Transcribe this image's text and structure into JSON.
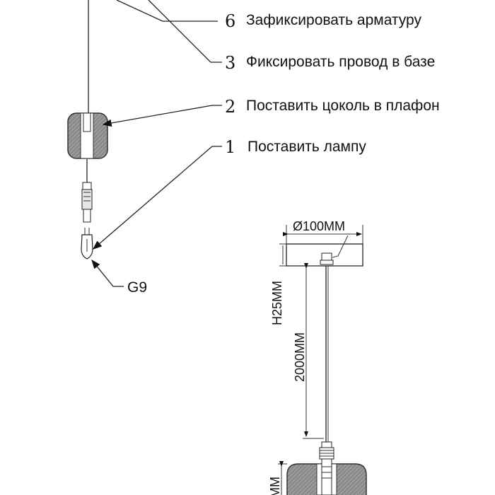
{
  "steps": [
    {
      "num": "6",
      "label": "Зафиксировать арматуру"
    },
    {
      "num": "3",
      "label": "Фиксировать провод в базе"
    },
    {
      "num": "2",
      "label": "Поставить цоколь в плафон"
    },
    {
      "num": "1",
      "label": "Поставить лампу"
    }
  ],
  "socket_label": "G9",
  "dimensions": {
    "diameter": "Ø100MM",
    "base_height": "H25MM",
    "cable_length": "2000MM",
    "shade_height": "MM"
  },
  "colors": {
    "line": "#222222",
    "shade_fill": "#8a8a8a",
    "shade_stroke": "#333333"
  }
}
